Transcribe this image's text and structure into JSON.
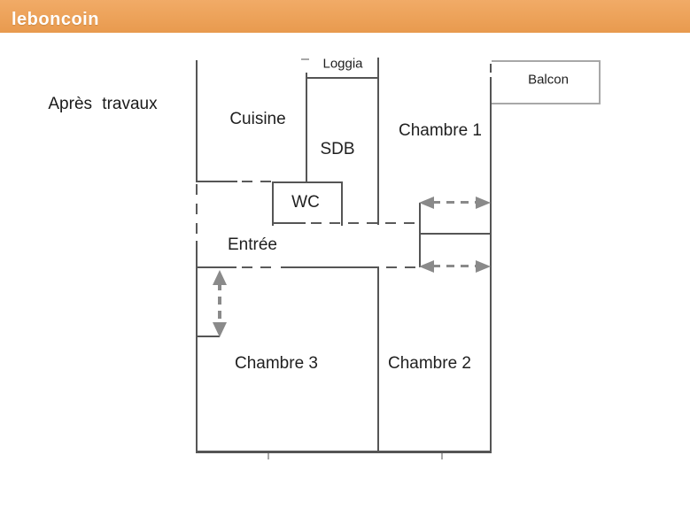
{
  "header": {
    "logo": "leboncoin",
    "bar_color": "#eca158",
    "logo_color": "#ffffff"
  },
  "caption": "Après travaux",
  "plan": {
    "rooms": [
      {
        "id": "cuisine",
        "label": "Cuisine"
      },
      {
        "id": "loggia",
        "label": "Loggia"
      },
      {
        "id": "sdb",
        "label": "SDB"
      },
      {
        "id": "wc",
        "label": "WC"
      },
      {
        "id": "entree",
        "label": "Entrée"
      },
      {
        "id": "chambre1",
        "label": "Chambre 1"
      },
      {
        "id": "chambre2",
        "label": "Chambre 2"
      },
      {
        "id": "chambre3",
        "label": "Chambre 3"
      },
      {
        "id": "balcon",
        "label": "Balcon"
      }
    ],
    "colors": {
      "wall": "#555555",
      "dashed_wall": "#5a5a5a",
      "light_line": "#a8a8a8",
      "arrow": "#8a8a8a",
      "text": "#1f1f1f"
    }
  }
}
